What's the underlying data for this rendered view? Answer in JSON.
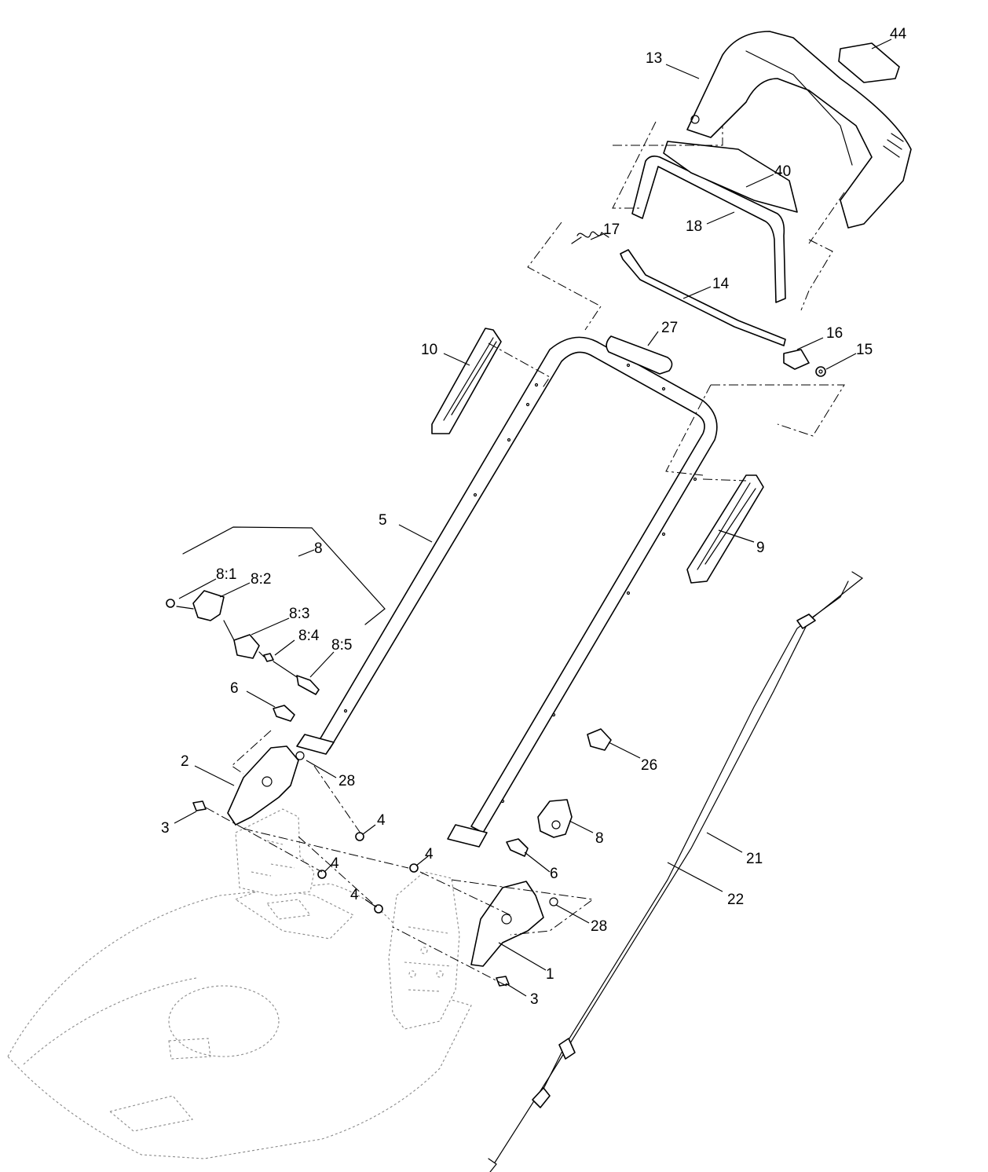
{
  "callouts": {
    "c1": "1",
    "c2": "2",
    "c3a": "3",
    "c3b": "3",
    "c4a": "4",
    "c4b": "4",
    "c4c": "4",
    "c4d": "4",
    "c5": "5",
    "c6a": "6",
    "c6b": "6",
    "c8a": "8",
    "c8b": "8",
    "c8_1": "8:1",
    "c8_2": "8:2",
    "c8_3": "8:3",
    "c8_4": "8:4",
    "c8_5": "8:5",
    "c9": "9",
    "c10": "10",
    "c13": "13",
    "c14": "14",
    "c15": "15",
    "c16": "16",
    "c17": "17",
    "c18": "18",
    "c21": "21",
    "c22": "22",
    "c26": "26",
    "c27": "27",
    "c28a": "28",
    "c28b": "28",
    "c40": "40",
    "c44": "44"
  }
}
